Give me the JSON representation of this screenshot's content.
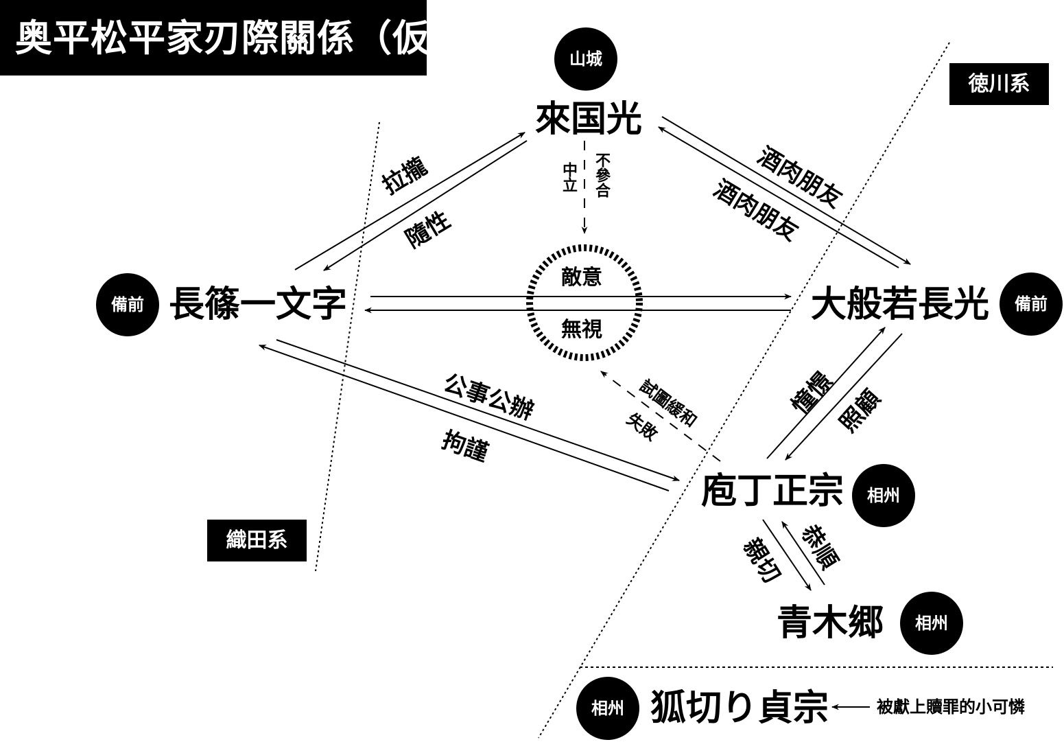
{
  "title": "奥平松平家刃際關係（仮）",
  "factions": {
    "tokugawa": "徳川系",
    "oda": "織田系"
  },
  "characters": {
    "rai": {
      "name": "來国光",
      "region": "山城"
    },
    "nagayoshi": {
      "name": "長篠一文字",
      "region": "備前"
    },
    "hannya": {
      "name": "大般若長光",
      "region": "備前"
    },
    "hocho": {
      "name": "庖丁正宗",
      "region": "相州"
    },
    "aoki": {
      "name": "青木郷",
      "region": "相州"
    },
    "kitsune": {
      "name": "狐切り貞宗",
      "region": "相州",
      "note": "被獻上贖罪的小可憐"
    }
  },
  "center": {
    "top": "敵意",
    "bottom": "無視"
  },
  "relations": {
    "nagayoshi_to_rai": "拉攏",
    "rai_to_nagayoshi": "隨性",
    "rai_to_hannya": "酒肉朋友",
    "hannya_to_rai": "酒肉朋友",
    "rai_to_center_a": "不參合",
    "rai_to_center_b": "中立",
    "hocho_to_hannya": "憧憬",
    "hannya_to_hocho": "照顧",
    "nagayoshi_to_hocho": "公事公辦",
    "hocho_to_nagayoshi": "拘謹",
    "hocho_to_center_a": "試圖緩和",
    "hocho_to_center_b": "失敗",
    "aoki_to_hocho": "恭順",
    "hocho_to_aoki": "親切"
  }
}
